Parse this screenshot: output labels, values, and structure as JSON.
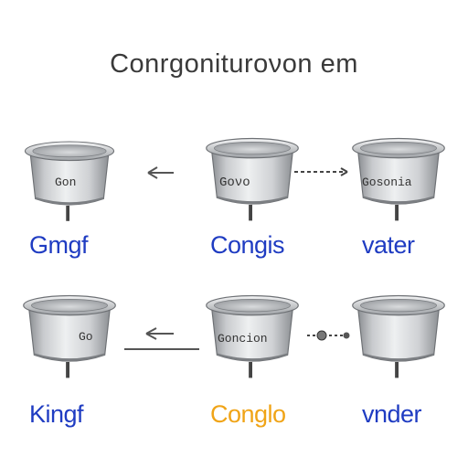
{
  "title": "Conrgonituroνon em",
  "containers": [
    {
      "id": "top-left",
      "inscription": "Gon",
      "label": "Gmgf"
    },
    {
      "id": "top-middle",
      "inscription": "Goνo",
      "label": "Congis"
    },
    {
      "id": "top-right",
      "inscription": "Gosonia",
      "label": "vater"
    },
    {
      "id": "bottom-left",
      "inscription": "Go",
      "label": "Kingf"
    },
    {
      "id": "bottom-middle",
      "inscription": "Goncion",
      "label": "Conglo"
    },
    {
      "id": "bottom-right",
      "inscription": "",
      "label": "vnder"
    }
  ],
  "colors": {
    "title": "#3a3a3a",
    "label_blue": "#1f3cc2",
    "label_orange": "#f0a417",
    "metal_light": "#e6e7e8",
    "metal_dark": "#8a8d90",
    "arrow": "#555555"
  },
  "icons": [
    "container-icon",
    "arrow-left-icon",
    "dotted-arrow-icon",
    "connector-icon"
  ]
}
